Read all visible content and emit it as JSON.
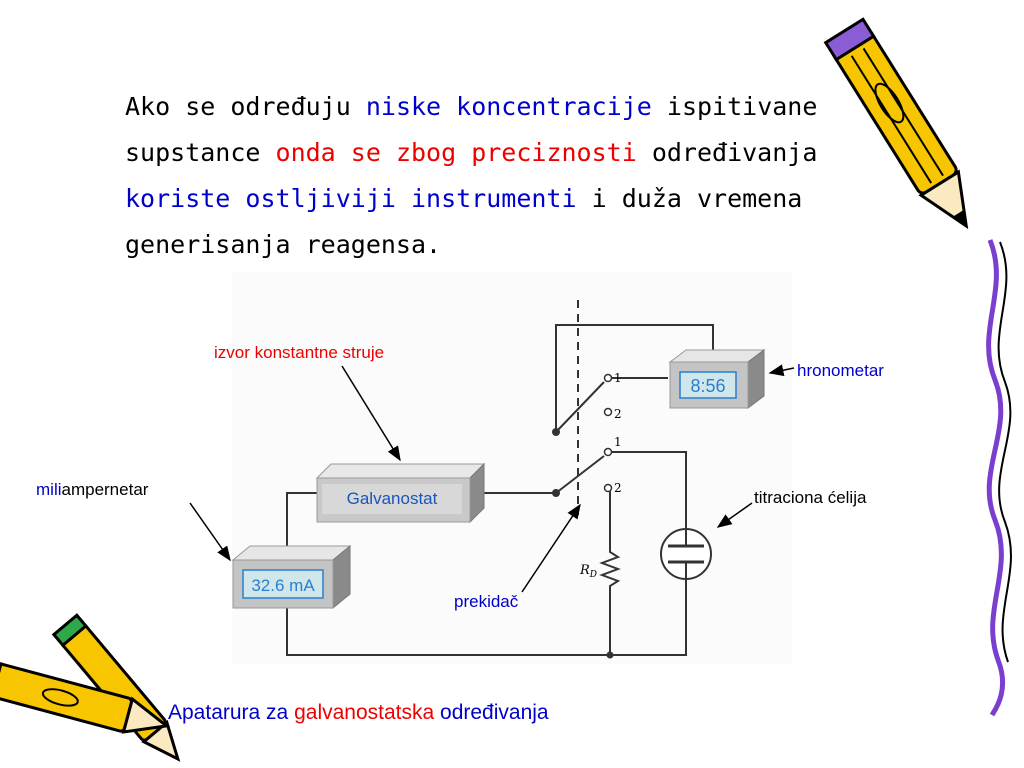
{
  "intro": {
    "s1": "Ako se određuju",
    "s2": "niske koncentracije",
    "s3": "ispitivane supstance",
    "s4": "onda se zbog preciznosti",
    "s5": "određivanja",
    "s6": "koriste ostljiviji instrumenti",
    "s7": "i duža vremena generisanja reagensa."
  },
  "diagram": {
    "label_source": "izvor konstantne struje",
    "label_timer": "hronometar",
    "label_ammeter_prefix": "mili",
    "label_ammeter_rest": "ampernetar",
    "label_cell": "titraciona ćelija",
    "label_switch": "prekidač",
    "galvanostat_text": "Galvanostat",
    "timer_display": "8:56",
    "ammeter_display": "32.6 mA",
    "resistor_label": "R",
    "resistor_sub": "D",
    "switch_pos_1": "1",
    "switch_pos_2": "2",
    "switch2_pos_1": "1",
    "switch2_pos_2": "2"
  },
  "caption": {
    "c1": "Apatarura za",
    "c2": "galvanostatska",
    "c3": "određivanja"
  },
  "colors": {
    "blue": "#0000cc",
    "red": "#ee0000",
    "lcd": "#cfe6ea",
    "lcd_text": "#2a7fd0"
  }
}
